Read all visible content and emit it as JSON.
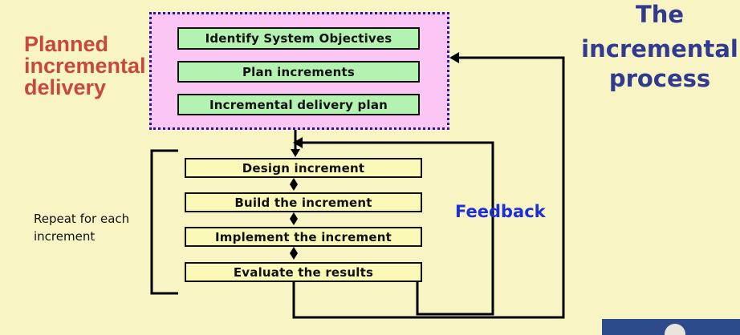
{
  "side_title": {
    "lines": [
      "Planned",
      "incremental",
      "delivery"
    ]
  },
  "main_title": {
    "lines": [
      "The",
      "incremental",
      "process"
    ]
  },
  "planning_steps": [
    "Identify System Objectives",
    "Plan increments",
    "Incremental delivery plan"
  ],
  "increment_steps": [
    "Design increment",
    "Build the increment",
    "Implement the increment",
    "Evaluate the results"
  ],
  "repeat_label": {
    "lines": [
      "Repeat for each",
      "increment"
    ]
  },
  "feedback_label": "Feedback",
  "colors": {
    "background": "#f8f4c4",
    "side_title": "#c8473f",
    "main_title": "#303a91",
    "planning_box": "#fbc5f4",
    "planning_step": "#b3f2b0",
    "increment_step": "#fbf9b8",
    "feedback": "#1d2fd6"
  }
}
